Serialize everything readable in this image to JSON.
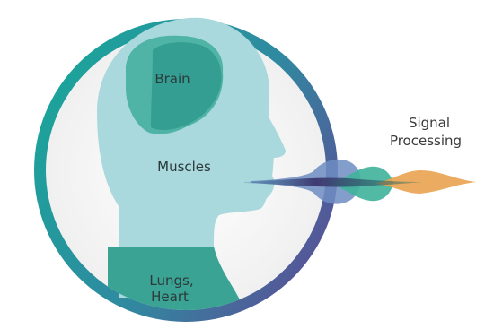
{
  "labels": {
    "brain": "Brain",
    "muscles": "Muscles",
    "lungs_line1": "Lungs,",
    "lungs_line2": "Heart",
    "signal_line1": "Signal",
    "signal_line2": "Processing"
  },
  "colors": {
    "ring_start": "#1aa59a",
    "ring_end": "#5b4e97",
    "head": "#a9d9dc",
    "brain": "#4fb3a6",
    "brain_dark": "#1f8d83",
    "torso": "#3aa394",
    "wave_blue": "#6f8dc3",
    "wave_green": "#3fb39a",
    "wave_orange": "#e9a350",
    "wave_dark": "#3f3a72"
  },
  "icons": [
    "head-silhouette-icon",
    "brain-icon",
    "sound-wave-icon"
  ]
}
